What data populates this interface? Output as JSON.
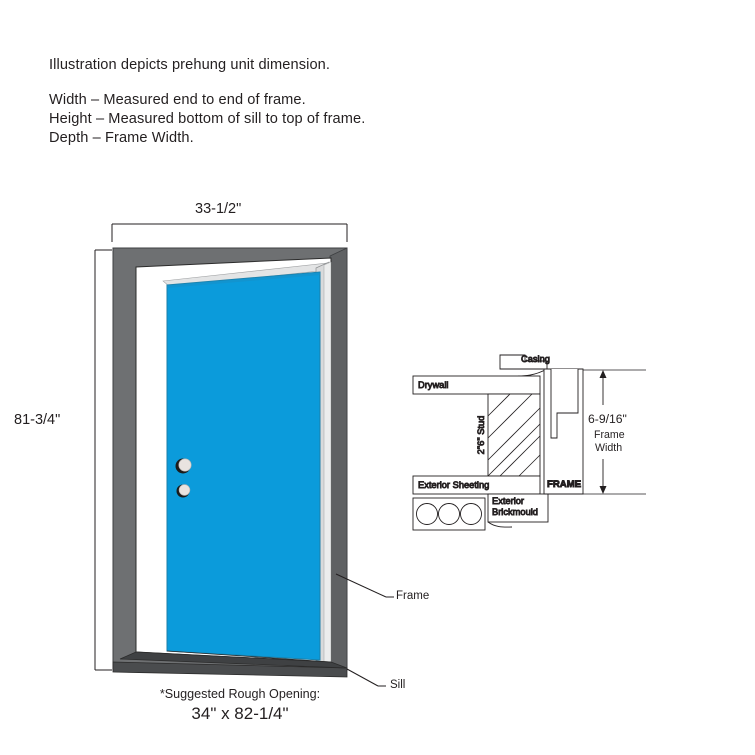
{
  "diagram": {
    "type": "technical-illustration",
    "subject": "prehung exterior door unit dimensions"
  },
  "intro": {
    "heading": "Illustration depicts prehung unit dimension.",
    "lines": [
      "Width – Measured end to end of frame.",
      "Height – Measured bottom of sill to top of frame.",
      "Depth – Frame Width."
    ]
  },
  "dimensions": {
    "width_label": "33-1/2\"",
    "height_label": "81-3/4\"",
    "depth_label": "6-9/16\"",
    "depth_sub_line1": "Frame",
    "depth_sub_line2": "Width"
  },
  "callouts": {
    "frame": "Frame",
    "sill": "Sill"
  },
  "rough_opening": {
    "note": "*Suggested Rough Opening:",
    "value": "34\" x 82-1/4\""
  },
  "detail_panel": {
    "casing": "Casing",
    "drywall": "Drywall",
    "stud": "2\"6\" Stud",
    "exterior_sheeting": "Exterior Sheeting",
    "frame": "FRAME",
    "brickmould_line1": "Exterior",
    "brickmould_line2": "Brickmould"
  },
  "colors": {
    "door_face": "#0b9bdb",
    "frame_gray": "#6e7072",
    "frame_gray_dark": "#5b5d5f",
    "jamb_light": "#d9dadb",
    "sill_gray": "#4a4c4e",
    "line": "#231f20",
    "background": "#ffffff"
  }
}
